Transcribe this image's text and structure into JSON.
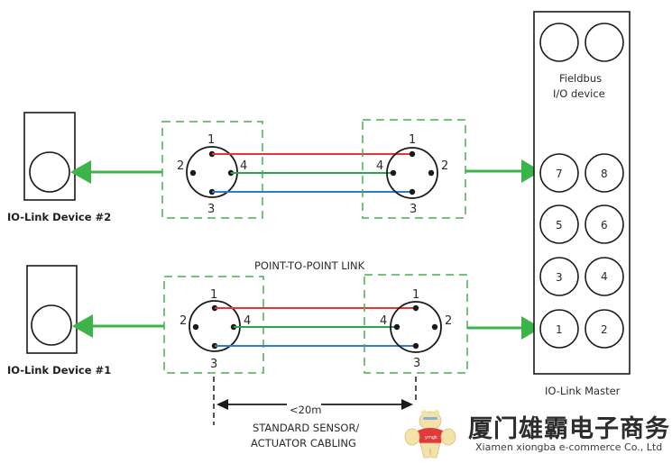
{
  "diagram": {
    "title": "IO-Link point-to-point wiring",
    "colors": {
      "link_arrow": "#3bb54a",
      "dashed_box": "#4caf50",
      "wire_pin1": "#e8333a",
      "wire_pin4": "#2aa552",
      "wire_pin3": "#2f7ec4",
      "outline": "#1a1a1a"
    },
    "devices": [
      {
        "id": "device2",
        "label": "IO-Link Device #2"
      },
      {
        "id": "device1",
        "label": "IO-Link Device #1"
      }
    ],
    "link_label": "POINT-TO-POINT LINK",
    "connectors": {
      "pin_labels": [
        "1",
        "2",
        "3",
        "4"
      ]
    },
    "cable": {
      "length_label": "<20m",
      "type_line1": "STANDARD SENSOR/",
      "type_line2": "ACTUATOR CABLING"
    },
    "master": {
      "label": "IO-Link Master",
      "fieldbus_line1": "Fieldbus",
      "fieldbus_line2": "I/O device",
      "ports": [
        "7",
        "8",
        "5",
        "6",
        "3",
        "4",
        "1",
        "2"
      ]
    },
    "links": [
      {
        "device": "IO-Link Device #2",
        "master_port": "7"
      },
      {
        "device": "IO-Link Device #1",
        "master_port": "1"
      }
    ]
  },
  "watermark": {
    "company_cn": "厦门雄霸电子商务",
    "company_en": "Xiamen xiongba e-commerce Co., Ltd",
    "mascot_shirt_text": "ymgk",
    "mascot_icon": "bear-mascot-icon"
  }
}
